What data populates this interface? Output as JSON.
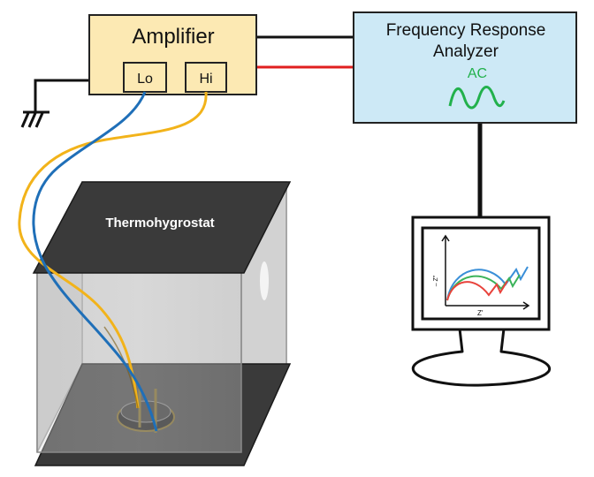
{
  "amplifier": {
    "title": "Amplifier",
    "lo_label": "Lo",
    "hi_label": "Hi"
  },
  "analyzer": {
    "title_line1": "Frequency Response",
    "title_line2": "Analyzer",
    "signal_label": "AC"
  },
  "chamber": {
    "label": "Thermohygrostat"
  },
  "monitor": {
    "x_axis_label": "Z′",
    "y_axis_label": "– Z″"
  },
  "colors": {
    "amplifier_fill": "#FCE9B3",
    "analyzer_fill": "#CDE9F6",
    "signal_green": "#22B14C",
    "wire_red": "#E02020",
    "wire_blue": "#1F6FB8",
    "wire_gold": "#F2B31A",
    "curve_red": "#E8423B",
    "curve_green": "#3BB35A",
    "curve_blue": "#3A8FD8",
    "plate_dark": "#3A3A3A"
  }
}
